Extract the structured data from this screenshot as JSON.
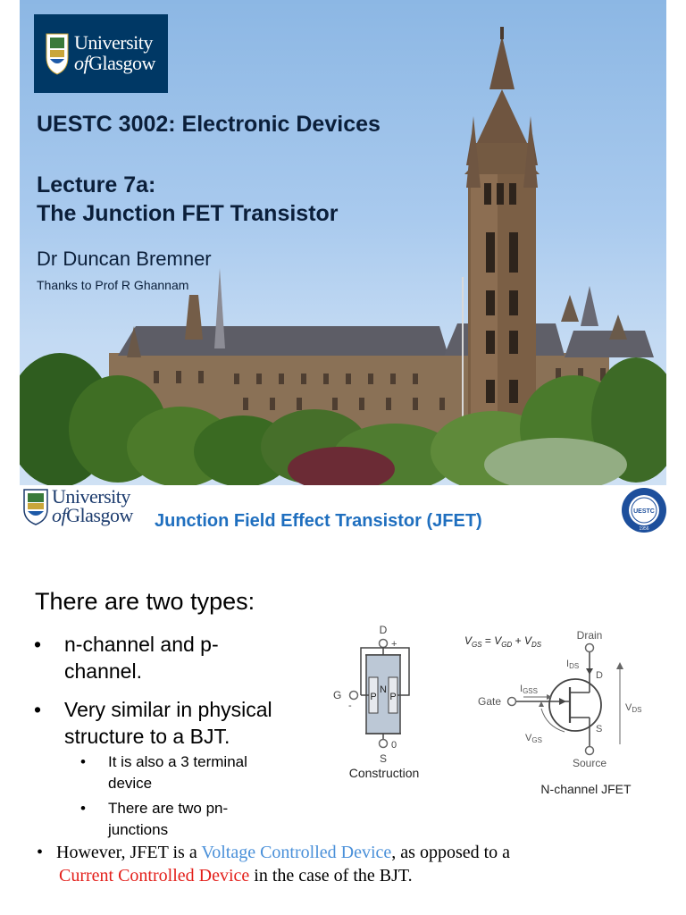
{
  "slide1": {
    "logo": {
      "line1": "University",
      "line2_of": "of",
      "line2_rest": "Glasgow"
    },
    "course_title": "UESTC 3002: Electronic Devices",
    "lecture_line1": "Lecture 7a:",
    "lecture_line2": "The Junction FET Transistor",
    "author": "Dr Duncan Bremner",
    "thanks": "Thanks to Prof R Ghannam"
  },
  "slide2": {
    "logo": {
      "line1": "University",
      "line2_of": "of",
      "line2_rest": "Glasgow"
    },
    "title": "Junction Field Effect Transistor (JFET)",
    "heading": "There are two types:",
    "bullets": [
      {
        "dot": "•",
        "line1": "n-channel and p-",
        "line2": "channel."
      },
      {
        "dot": "•",
        "line1": "Very similar in physical",
        "line2": "structure to a BJT."
      }
    ],
    "sub_bullets": [
      {
        "dot": "•",
        "line1": "It is also a 3 terminal",
        "line2": "device"
      },
      {
        "dot": "•",
        "line1": "There are two pn-",
        "line2": "junctions"
      }
    ],
    "final": {
      "dot": "•",
      "part1": "However, JFET is a ",
      "highlight1": "Voltage Controlled Device",
      "part2": ", as opposed to a",
      "highlight2": "Current Controlled Device",
      "part3": " in the case of the BJT."
    },
    "construction": {
      "D": "D",
      "plus": "+",
      "G": "G",
      "minus": "-",
      "P_left": "P",
      "N": "N",
      "P_right": "P",
      "S": "S",
      "zero": "0",
      "caption": "Construction"
    },
    "symbol": {
      "eq_V": "V",
      "eq_GS": "GS",
      "eq_eq": " = ",
      "eq_V2": "V",
      "eq_GD": "GD",
      "eq_plus": " + ",
      "eq_V3": "V",
      "eq_DS": "DS",
      "drain": "Drain",
      "ids_I": "I",
      "ids_sub": "DS",
      "D": "D",
      "igss_I": "I",
      "igss_sub": "GSS",
      "gate": "Gate",
      "vds_V": "V",
      "vds_sub": "DS",
      "vgs_V": "V",
      "vgs_sub": "GS",
      "S": "S",
      "source": "Source",
      "caption": "N-channel JFET"
    },
    "seal_text": "UESTC",
    "seal_year": "1956"
  },
  "colors": {
    "navy": "#003865",
    "title_blue": "#1f6fbf",
    "highlight_blue": "#4a90d9",
    "highlight_red": "#e3201b"
  }
}
